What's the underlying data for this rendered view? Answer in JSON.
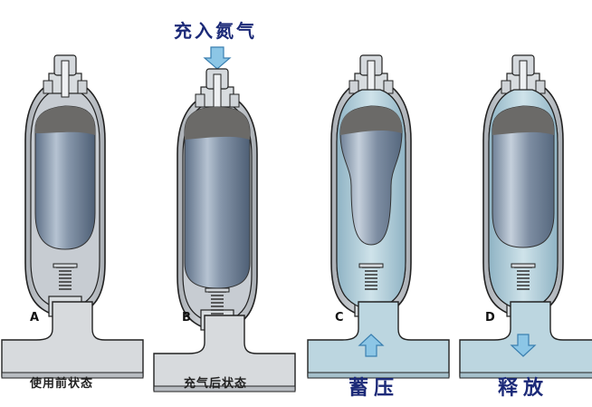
{
  "title": "充入氮气",
  "colors": {
    "title": "#1c2a78",
    "shell": "#c9ccd0",
    "outline": "#222222",
    "bladder": "#7f8fa3",
    "gas_top": "#6b6a68",
    "fluid": "#b7d3de",
    "arrow": "#8cc6e6"
  },
  "panels": [
    {
      "letter": "A",
      "caption": "使用前状态",
      "state": "before-use",
      "arrow": "none"
    },
    {
      "letter": "B",
      "caption": "充气后状态",
      "state": "after-charging",
      "arrow": "none"
    },
    {
      "letter": "C",
      "caption": "蓄压",
      "state": "accumulating",
      "arrow": "up"
    },
    {
      "letter": "D",
      "caption": "释放",
      "state": "releasing",
      "arrow": "down"
    }
  ],
  "icons": {
    "charge_arrow": "arrow-down",
    "fluid_in_arrow": "arrow-up",
    "fluid_out_arrow": "arrow-down"
  }
}
